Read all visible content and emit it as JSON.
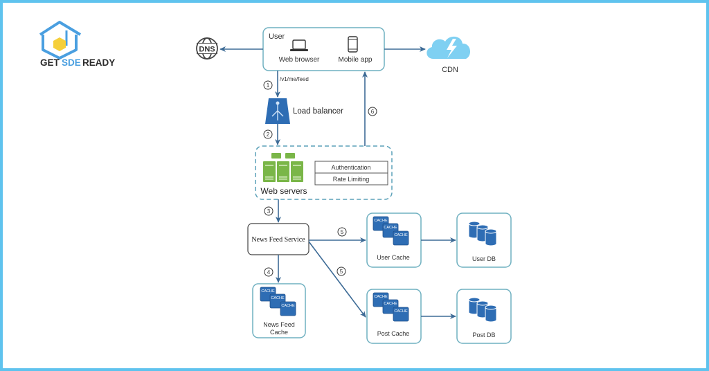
{
  "logo": {
    "word1": "GET",
    "word2": "SDE",
    "word3": "READY",
    "brand_color": "#4a9fe0",
    "accent_color": "#f5cf3a"
  },
  "colors": {
    "arrow": "#3d6b96",
    "node_border": "#6fb0c0",
    "icon_blue": "#2e6db4",
    "server_green": "#7ab648",
    "cdn_cloud": "#7fd0f2",
    "frame": "#5fc3ee"
  },
  "nodes": {
    "dns": "DNS",
    "user": {
      "title": "User",
      "web_browser": "Web browser",
      "mobile_app": "Mobile app"
    },
    "cdn": "CDN",
    "load_balancer": "Load balancer",
    "web_servers": {
      "label": "Web servers",
      "modules": [
        "Authentication",
        "Rate Limiting"
      ]
    },
    "news_feed_service": "News Feed Service",
    "news_feed_cache": [
      "News Feed",
      "Cache"
    ],
    "user_cache": "User Cache",
    "user_db": "User DB",
    "post_cache": "Post Cache",
    "post_db": "Post DB",
    "cache_tag": "CACHE"
  },
  "edges": {
    "request_path": "/v1/me/feed",
    "steps": [
      "1",
      "2",
      "3",
      "4",
      "5",
      "5",
      "6"
    ]
  }
}
